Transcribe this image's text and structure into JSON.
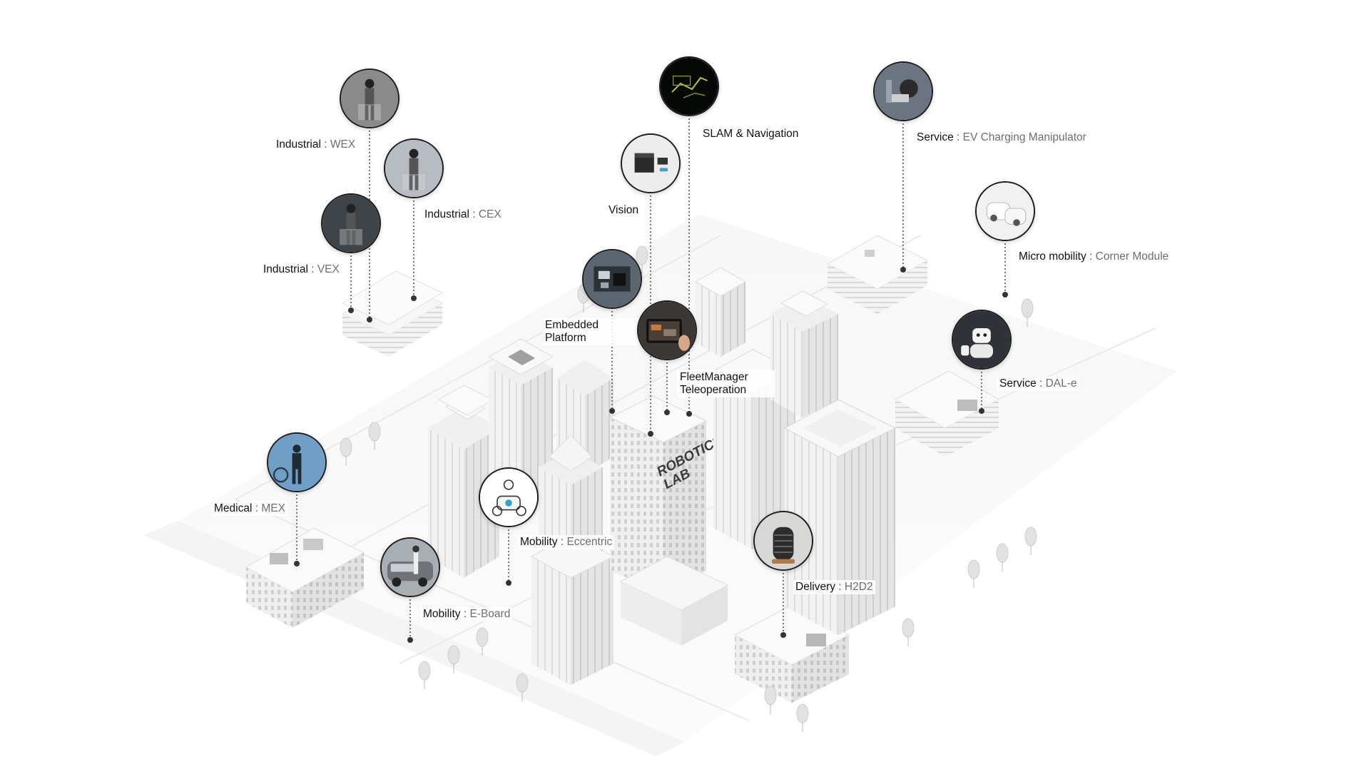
{
  "building_sign": "ROBOTICS LAB",
  "callouts": [
    {
      "key": "wex",
      "category": "Industrial",
      "separator": " : ",
      "item": "WEX",
      "icon": "wearable-exoskeleton-icon",
      "thumb_bg": "#8a8a8a"
    },
    {
      "key": "cex",
      "category": "Industrial",
      "separator": " : ",
      "item": "CEX",
      "icon": "chairless-exoskeleton-icon",
      "thumb_bg": "#b7bcc2"
    },
    {
      "key": "vex",
      "category": "Industrial",
      "separator": " : ",
      "item": "VEX",
      "icon": "vest-exoskeleton-icon",
      "thumb_bg": "#3f4449"
    },
    {
      "key": "vision",
      "category": "Vision",
      "separator": "",
      "item": "",
      "icon": "vision-controller-icon",
      "thumb_bg": "#ececec"
    },
    {
      "key": "slam",
      "category": "SLAM & Navigation",
      "separator": "",
      "item": "",
      "icon": "slam-map-icon",
      "thumb_bg": "#050805"
    },
    {
      "key": "ev",
      "category": "Service",
      "separator": " : ",
      "item": "EV Charging Manipulator",
      "icon": "ev-charging-robot-icon",
      "thumb_bg": "#6b7480"
    },
    {
      "key": "corner",
      "category": "Micro mobility",
      "separator": " : ",
      "item": "Corner Module",
      "icon": "corner-module-icon",
      "thumb_bg": "#f1f1f1"
    },
    {
      "key": "embedded",
      "category": "Embedded Platform",
      "lines": [
        "Embedded",
        "Platform"
      ],
      "separator": "",
      "item": "",
      "icon": "embedded-board-icon",
      "thumb_bg": "#5b6670"
    },
    {
      "key": "fleet",
      "category": "FleetManager Teleoperation",
      "lines": [
        "FleetManager",
        "Teleoperation"
      ],
      "separator": "",
      "item": "",
      "icon": "tablet-teleoperation-icon",
      "thumb_bg": "#3b3735"
    },
    {
      "key": "dale",
      "category": "Service",
      "separator": " : ",
      "item": "DAL-e",
      "icon": "service-robot-icon",
      "thumb_bg": "#2f3236"
    },
    {
      "key": "mex",
      "category": "Medical",
      "separator": " : ",
      "item": "MEX",
      "icon": "medical-exoskeleton-icon",
      "thumb_bg": "#6f9fc7"
    },
    {
      "key": "eccentric",
      "category": "Mobility",
      "separator": " : ",
      "item": "Eccentric",
      "icon": "eccentric-mobility-icon",
      "thumb_bg": "#ffffff"
    },
    {
      "key": "eboard",
      "category": "Mobility",
      "separator": " : ",
      "item": "E-Board",
      "icon": "eboard-icon",
      "thumb_bg": "#a9aeb3"
    },
    {
      "key": "h2d2",
      "category": "Delivery",
      "separator": " : ",
      "item": "H2D2",
      "icon": "delivery-robot-icon",
      "thumb_bg": "#d7d7d5"
    }
  ]
}
